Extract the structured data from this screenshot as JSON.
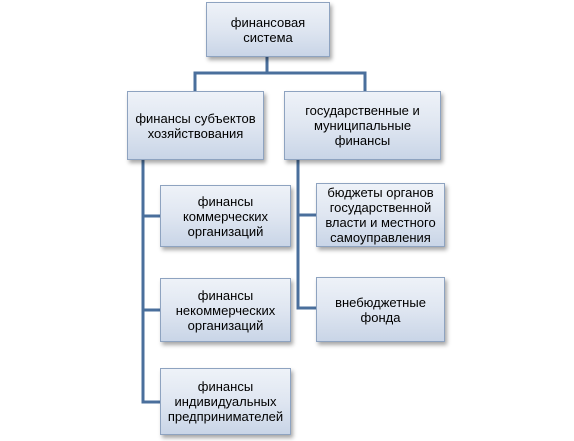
{
  "diagram": {
    "root": {
      "label": "финансовая система"
    },
    "branches": [
      {
        "label": "финансы субъектов хозяйствования",
        "children": [
          {
            "label": "финансы коммерческих организаций"
          },
          {
            "label": "финансы некоммерческих организаций"
          },
          {
            "label": "финансы индивидуальных предпринимателей"
          }
        ]
      },
      {
        "label": "государственные и муниципальные финансы",
        "children": [
          {
            "label": "бюджеты органов государственной власти и местного самоуправления"
          },
          {
            "label": "внебюджетные фонда"
          }
        ]
      }
    ],
    "colors": {
      "connector": "#4a6f9c",
      "box_border": "#8ea3c0",
      "box_fill_top": "#eef2f8",
      "box_fill_bottom": "#c9d5e7"
    }
  }
}
